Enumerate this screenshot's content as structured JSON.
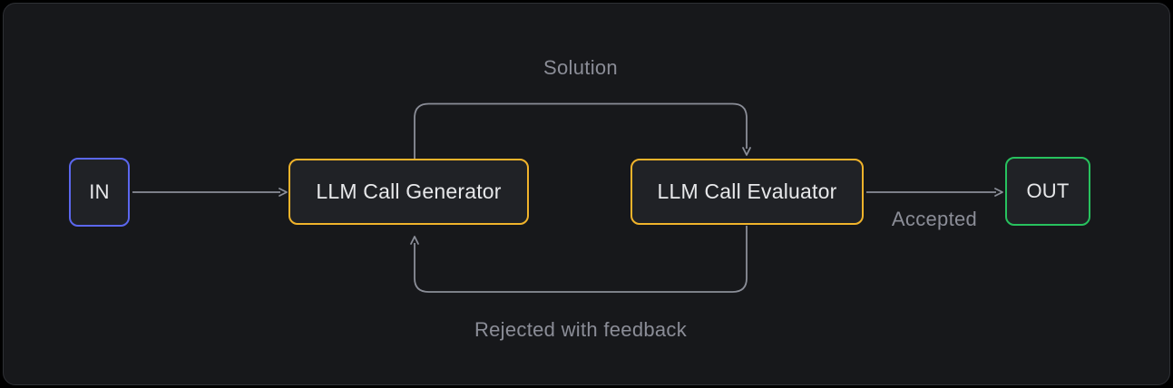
{
  "diagram": {
    "nodes": [
      {
        "id": "in",
        "label": "IN",
        "border_color": "#5b67ee"
      },
      {
        "id": "generator",
        "label": "LLM Call Generator",
        "border_color": "#f0b32b"
      },
      {
        "id": "evaluator",
        "label": "LLM Call Evaluator",
        "border_color": "#f0b32b"
      },
      {
        "id": "out",
        "label": "OUT",
        "border_color": "#27c15e"
      }
    ],
    "edges": [
      {
        "from": "in",
        "to": "generator",
        "label": ""
      },
      {
        "from": "generator",
        "to": "evaluator",
        "label": "Solution"
      },
      {
        "from": "evaluator",
        "to": "out",
        "label": "Accepted"
      },
      {
        "from": "evaluator",
        "to": "generator",
        "label": "Rejected with feedback"
      }
    ],
    "colors": {
      "outer_background": "#000000",
      "panel_background": "#17181b",
      "panel_border": "#2e3035",
      "node_fill": "#202226",
      "node_text": "#e7e8ea",
      "arrow": "#8b8e98",
      "edge_label_text": "#8b8d97",
      "accent_blue": "#5b67ee",
      "accent_amber": "#f0b32b",
      "accent_green": "#27c15e"
    }
  }
}
